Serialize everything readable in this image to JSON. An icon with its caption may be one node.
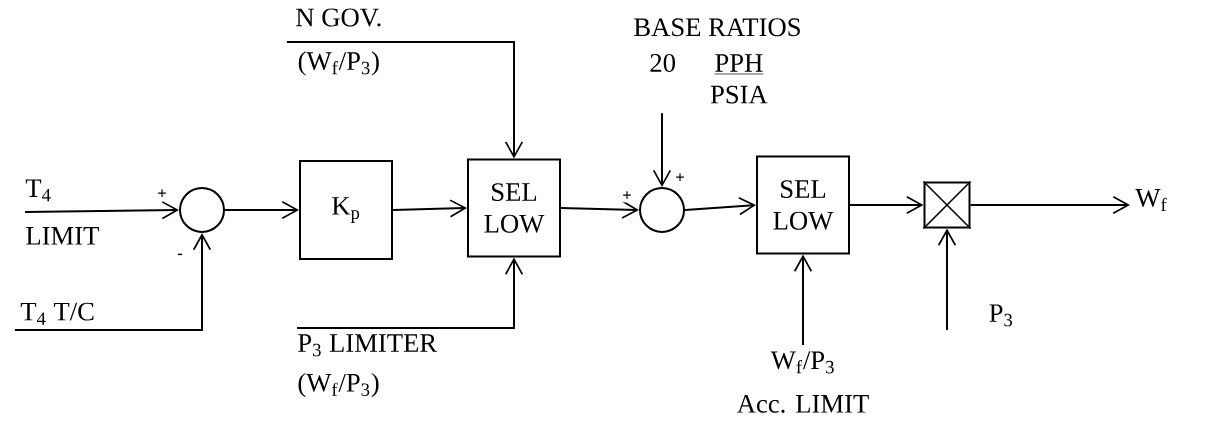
{
  "diagram": {
    "nodes": [
      {
        "text": [],
        "shape": "circle"
      },
      {
        "text": [
          "K$_{p}$"
        ]
      },
      {
        "text": [
          "SEL LOW"
        ]
      },
      {
        "text": [],
        "shape": "circle"
      },
      {
        "text": [
          "SEL LOW"
        ]
      },
      {
        "text": [],
        "shape": "box"
      },
      {
        "text": [
          "T$_{4}$",
          "LIMIT"
        ]
      },
      {
        "text": [
          "T$_{4}$ T/C"
        ]
      },
      {
        "text": [
          "N GOV.",
          "(W$_{f}$/P$_{3}$)"
        ]
      },
      {
        "text": [
          "P$_{3}$ LIMITER",
          "(W$_{f}$/P$_{3}$)"
        ]
      },
      {
        "text": [
          "BASE RATIOS",
          "20",
          "PPH",
          "PSIA"
        ]
      },
      {
        "text": [
          "W$_{f}$/P$_{3}$",
          "Acc. LIMIT"
        ]
      },
      {
        "text": [
          "P$_{3}$"
        ]
      },
      {
        "text": [
          "W$_{f}$"
        ]
      }
    ],
    "edges": [
      {
        "from": 6,
        "to": 0,
        "arrow": "to",
        "label": "+"
      },
      {
        "from": 7,
        "to": 0,
        "arrow": "to",
        "label": "-"
      },
      {
        "from": 0,
        "to": 1,
        "arrow": "to"
      },
      {
        "from": 1,
        "to": 2,
        "arrow": "to"
      },
      {
        "from": 8,
        "to": 2,
        "arrow": "to"
      },
      {
        "from": 9,
        "to": 2,
        "arrow": "to"
      },
      {
        "from": 2,
        "to": 3,
        "arrow": "to",
        "label": "+"
      },
      {
        "from": 10,
        "to": 3,
        "arrow": "to",
        "label": "+"
      },
      {
        "from": 3,
        "to": 4,
        "arrow": "to"
      },
      {
        "from": 11,
        "to": 4,
        "arrow": "to"
      },
      {
        "from": 4,
        "to": 5,
        "arrow": "to"
      },
      {
        "from": 12,
        "to": 5,
        "arrow": "to"
      },
      {
        "from": 5,
        "to": 13,
        "arrow": "to"
      }
    ]
  }
}
